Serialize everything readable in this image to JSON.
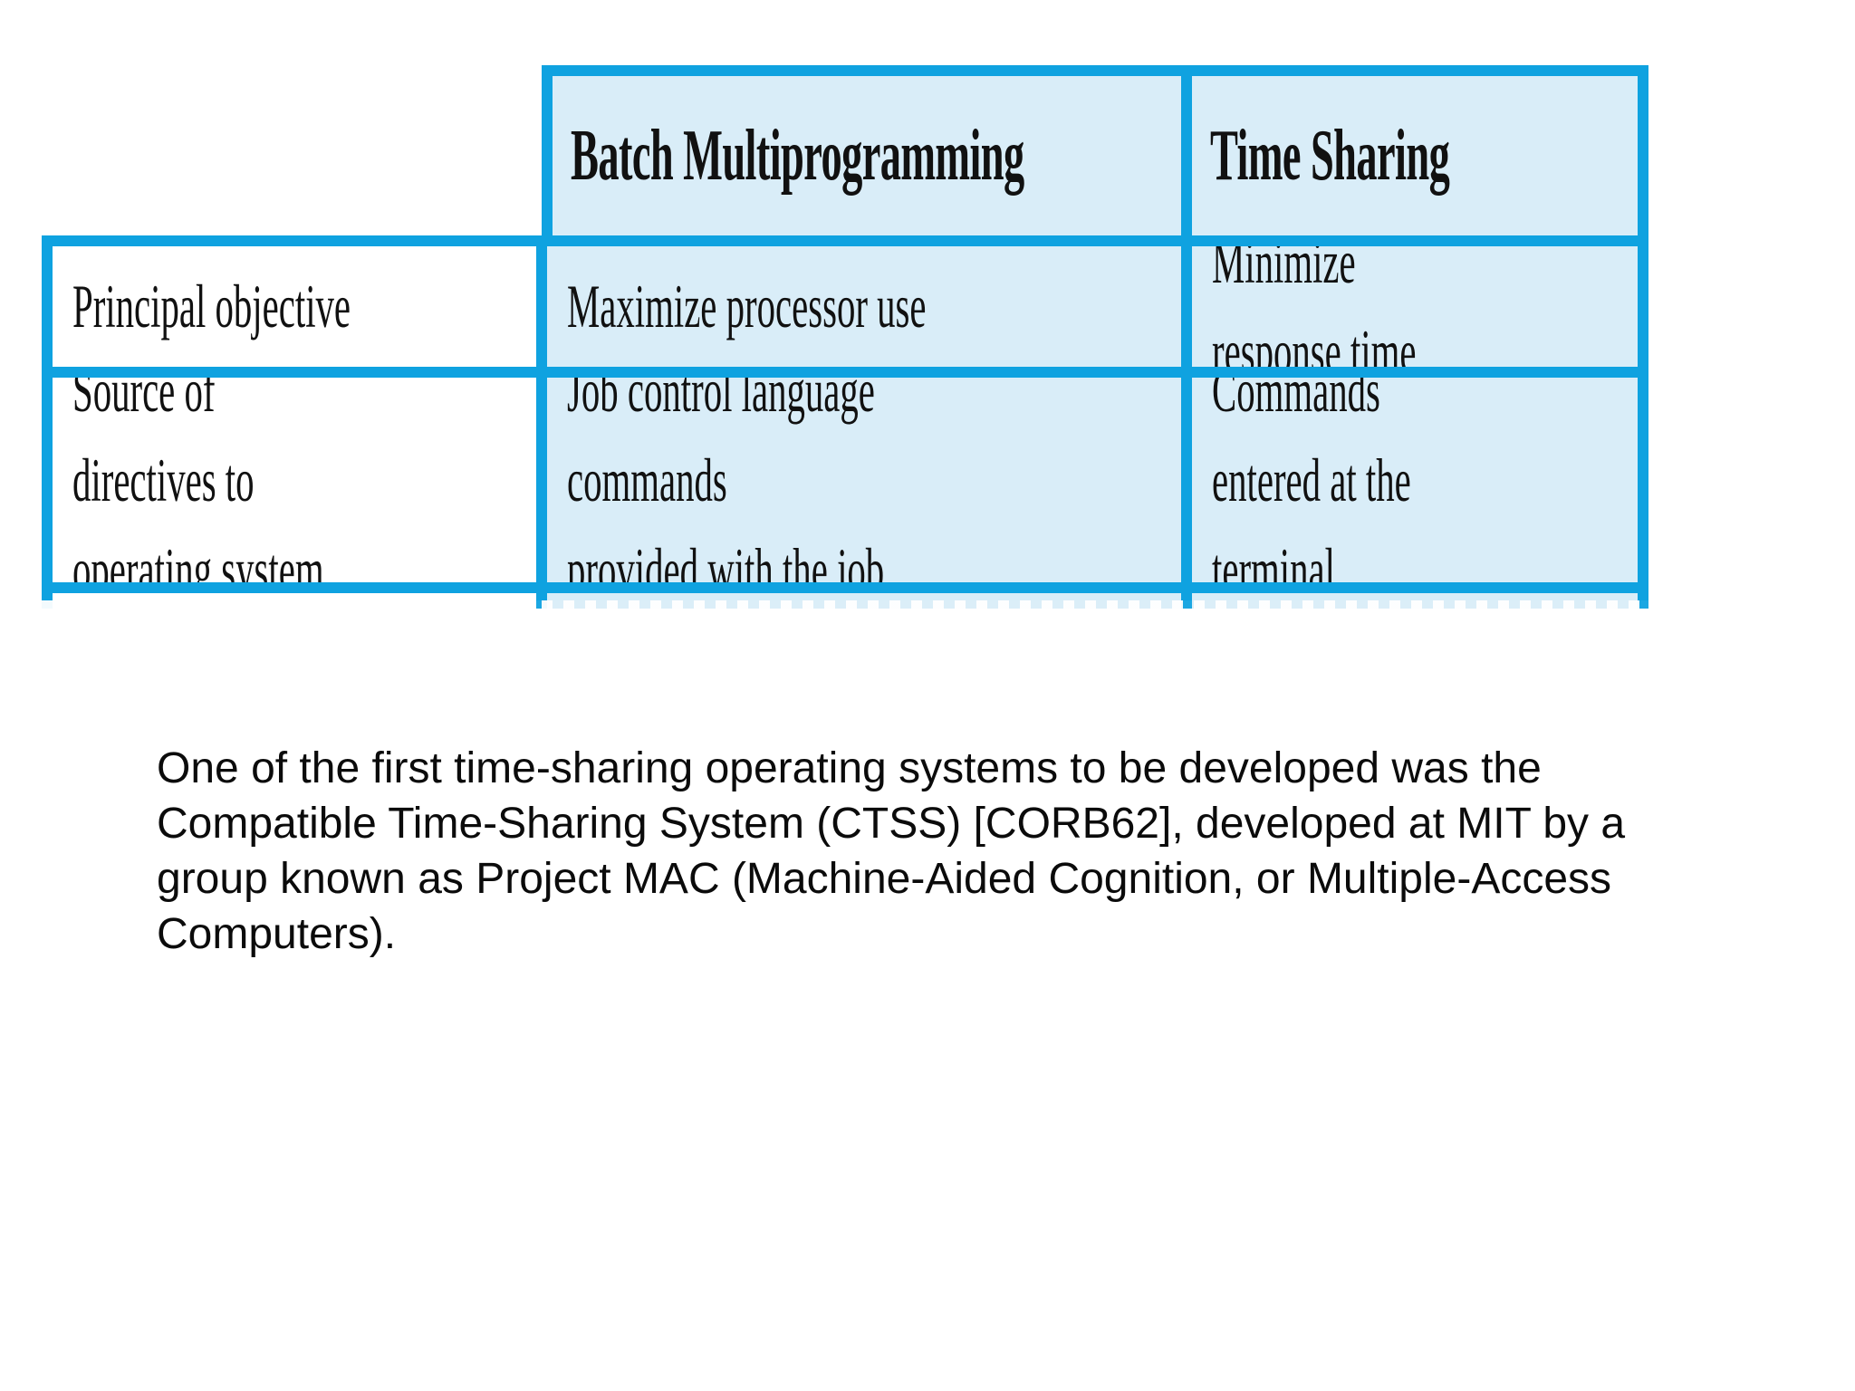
{
  "table": {
    "border_color": "#0FA2E0",
    "cell_fill": "#D9EDF8",
    "label_column_fill": "#FFFFFF",
    "header": {
      "batch": "Batch Multiprogramming",
      "time": "Time Sharing"
    },
    "rows": [
      {
        "label": "Principal objective",
        "batch": "Maximize processor use",
        "time": "Minimize response time"
      },
      {
        "label": "Source of directives to\noperating system",
        "batch": "Job control language commands\nprovided with the job",
        "time": "Commands entered at the\nterminal"
      }
    ]
  },
  "paragraph": {
    "text": "One of the first time-sharing operating systems to be developed was the\nCompatible Time-Sharing System (CTSS) [CORB62], developed at MIT by a\ngroup known as Project MAC (Machine-Aided Cognition, or Multiple-Access\nComputers)."
  }
}
